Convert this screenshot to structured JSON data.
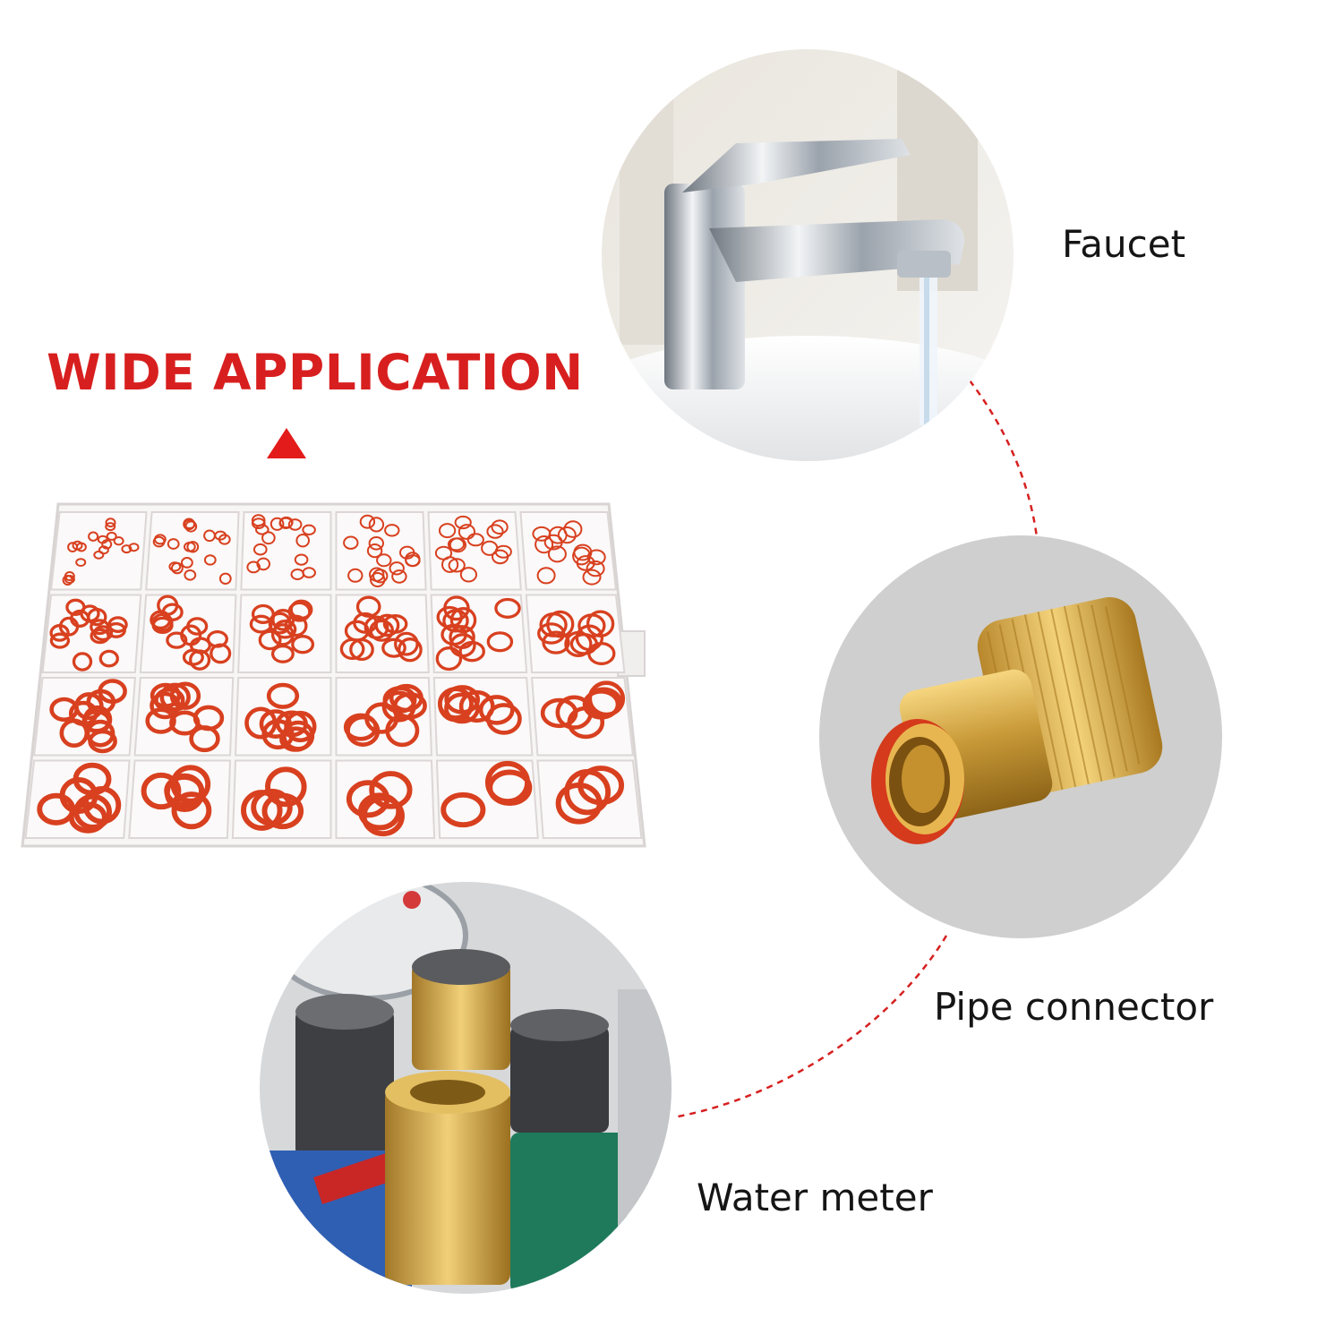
{
  "headline": "WIDE APPLICATION",
  "applications": {
    "faucet": "Faucet",
    "pipe_connector": "Pipe connector",
    "water_meter": "Water meter"
  },
  "colors": {
    "accent_red": "#d81f1f",
    "ring_red": "#d8401f",
    "brass": "#c89a3a",
    "connector_line": "#d62020"
  },
  "organizer": {
    "rows": 4,
    "columns": 6
  }
}
